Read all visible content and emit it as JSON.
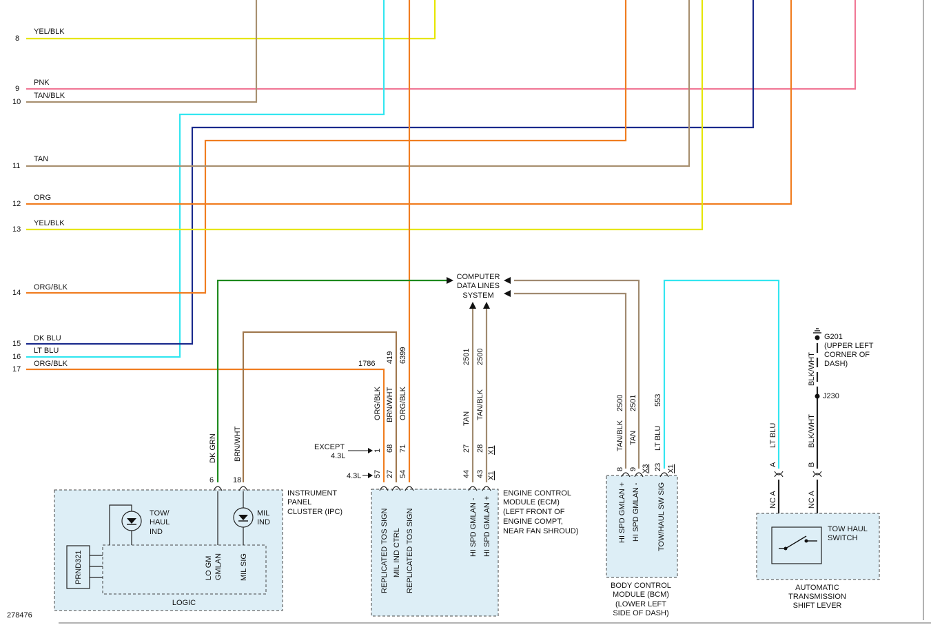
{
  "colors": {
    "yel": "#e6e600",
    "pnk": "#f07896",
    "tan": "#a89070",
    "cyan": "#33e6f0",
    "blu": "#1a2a8c",
    "org": "#f07d20",
    "grn": "#1e8a1e",
    "brn": "#a0784e",
    "tanblk": "#a08a70",
    "blk": "#222222"
  },
  "doc_id": "278476",
  "left_wires": [
    {
      "num": "8",
      "label": "YEL/BLK"
    },
    {
      "num": "9",
      "label": "PNK"
    },
    {
      "num": "10",
      "label": "TAN/BLK"
    },
    {
      "num": "11",
      "label": "TAN"
    },
    {
      "num": "12",
      "label": "ORG"
    },
    {
      "num": "13",
      "label": "YEL/BLK"
    },
    {
      "num": "14",
      "label": "ORG/BLK"
    },
    {
      "num": "15",
      "label": "DK BLU"
    },
    {
      "num": "16",
      "label": "LT BLU"
    },
    {
      "num": "17",
      "label": "ORG/BLK"
    }
  ],
  "cdl": {
    "line1": "COMPUTER",
    "line2": "DATA LINES",
    "line3": "SYSTEM"
  },
  "ipc": {
    "name": [
      "INSTRUMENT",
      "PANEL",
      "CLUSTER (IPC)"
    ],
    "tow_haul_ind": [
      "TOW/",
      "HAUL",
      "IND"
    ],
    "mil_ind": [
      "MIL",
      "IND"
    ],
    "prnd": "PRND321",
    "logic": "LOGIC",
    "lo_gmlan": [
      "LO GM",
      "GMLAN"
    ],
    "mil_sig": "MIL SIG",
    "pins": [
      "6",
      "18"
    ],
    "wire_labels": [
      "DK GRN",
      "BRN/WHT",
      "BRN/WHT"
    ]
  },
  "ecm": {
    "name": [
      "ENGINE CONTROL",
      "MODULE (ECM)",
      "(LEFT FRONT OF",
      "ENGINE COMPT,",
      "NEAR FAN SHROUD)"
    ],
    "signals": [
      "REPLICATED TOS SIGN",
      "MIL IND CTRL",
      "REPLICATED TOS SIGN",
      "HI SPD GMLAN -",
      "HI SPD GMLAN +"
    ],
    "circuits": [
      "1786",
      "419",
      "6399",
      "2501",
      "2500"
    ],
    "colors": [
      "ORG/BLK",
      "BRN/WHT",
      "ORG/BLK",
      "TAN",
      "TAN/BLK"
    ],
    "except": [
      "EXCEPT",
      "4.3L"
    ],
    "l43": "4.3L",
    "pins_top": [
      "1",
      "68",
      "71",
      "27",
      "28",
      "X1"
    ],
    "pins_bot": [
      "57",
      "27",
      "54",
      "44",
      "43",
      "X1"
    ]
  },
  "bcm": {
    "name": [
      "BODY CONTROL",
      "MODULE (BCM)",
      "(LOWER LEFT",
      "SIDE OF DASH)"
    ],
    "signals": [
      "HI SPD GMLAN +",
      "HI SPD GMLAN -",
      "TOW/HAUL SW SIG"
    ],
    "circuits": [
      "2500",
      "2501",
      "553"
    ],
    "colors": [
      "TAN/BLK",
      "TAN",
      "LT BLU"
    ],
    "pins": [
      "8",
      "9",
      "X3",
      "23",
      "X1"
    ]
  },
  "switch": {
    "name": [
      "TOW HAUL",
      "SWITCH"
    ],
    "lever": [
      "AUTOMATIC",
      "TRANSMISSION",
      "SHIFT LEVER"
    ],
    "pins": [
      "A",
      "B"
    ],
    "nca": "NC A",
    "wire_a": "LT BLU",
    "wire_b": "BLK/WHT",
    "ground_wire": "BLK/WHT",
    "ground": [
      "G201",
      "(UPPER LEFT",
      "CORNER OF",
      "DASH)"
    ],
    "splice": "J230"
  }
}
